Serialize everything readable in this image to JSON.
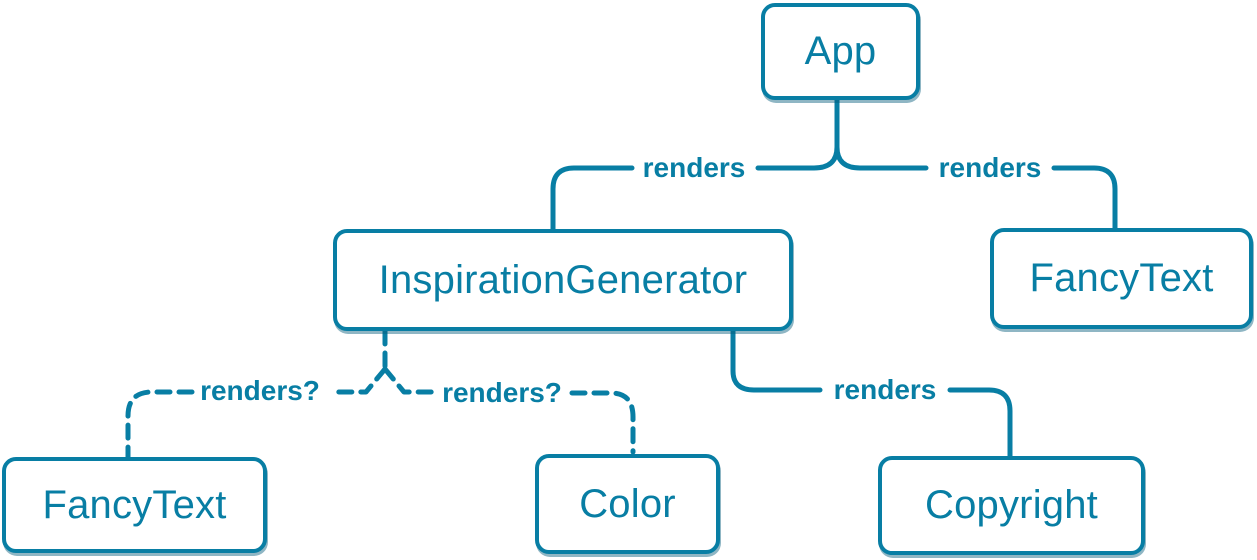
{
  "diagram": {
    "type": "component-render-tree",
    "accent_color": "#087ea4",
    "background_color": "#ffffff",
    "nodes": [
      {
        "id": "app",
        "label": "App"
      },
      {
        "id": "inspiration-generator",
        "label": "InspirationGenerator"
      },
      {
        "id": "fancy-text-top",
        "label": "FancyText"
      },
      {
        "id": "fancy-text-bottom",
        "label": "FancyText"
      },
      {
        "id": "color",
        "label": "Color"
      },
      {
        "id": "copyright",
        "label": "Copyright"
      }
    ],
    "edges": [
      {
        "from": "App",
        "to": "InspirationGenerator",
        "label": "renders",
        "style": "solid"
      },
      {
        "from": "App",
        "to": "FancyText",
        "label": "renders",
        "style": "solid"
      },
      {
        "from": "InspirationGenerator",
        "to": "Copyright",
        "label": "renders",
        "style": "solid"
      },
      {
        "from": "InspirationGenerator",
        "to": "FancyText",
        "label": "renders?",
        "style": "dashed"
      },
      {
        "from": "InspirationGenerator",
        "to": "Color",
        "label": "renders?",
        "style": "dashed"
      }
    ]
  }
}
